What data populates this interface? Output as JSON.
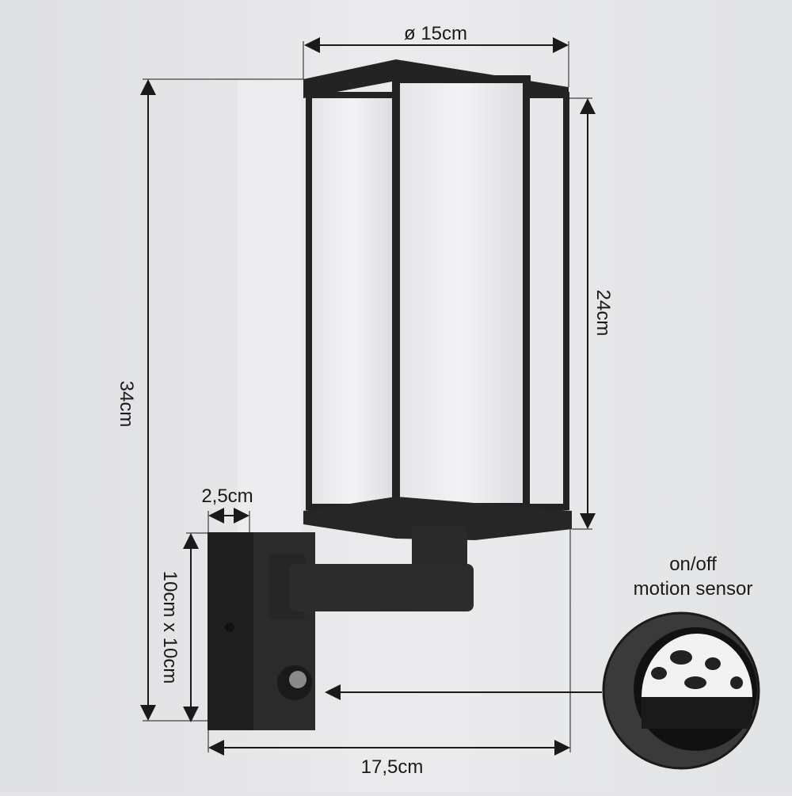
{
  "dimensions": {
    "diameter": "ø 15cm",
    "shade_height": "24cm",
    "total_height": "34cm",
    "wall_plate_depth": "2,5cm",
    "wall_plate_size": "10cm x 10cm",
    "total_depth": "17,5cm"
  },
  "callout": {
    "line1": "on/off",
    "line2": "motion sensor"
  },
  "colors": {
    "background": "#e6e6e8",
    "lamp_body": "#232323",
    "glass": "#eeeef0",
    "line": "#1a1a1a"
  }
}
